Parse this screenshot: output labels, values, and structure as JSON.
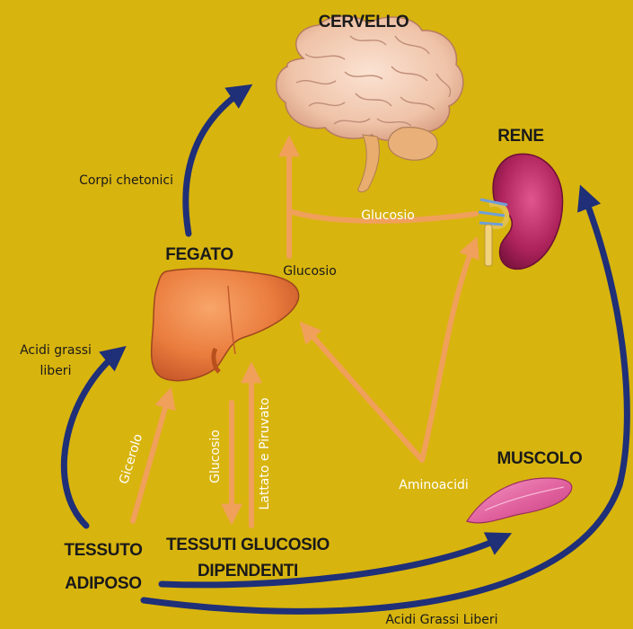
{
  "organs": {
    "brain": "CERVELLO",
    "kidney": "RENE",
    "liver": "FEGATO",
    "muscle": "MUSCOLO",
    "adipose_line1": "TESSUTO",
    "adipose_line2": "ADIPOSO",
    "glucose_tissues_line1": "TESSUTI GLUCOSIO",
    "glucose_tissues_line2": "DIPENDENTI"
  },
  "flows": {
    "ketone_bodies": "Corpi chetonici",
    "glucose_kidney_brain": "Glucosio",
    "glucose_liver_brain": "Glucosio",
    "ffa_adipose_liver_line1": "Acidi grassi",
    "ffa_adipose_liver_line2": "liberi",
    "glycerol": "Gicerolo",
    "glucose_liver_tissues": "Glucosio",
    "lactate_pyruvate": "Lattato e Piruvato",
    "amino_acids": "Aminoacidi",
    "ffa_adipose_muscle_kidney": "Acidi Grassi Liberi"
  },
  "colors": {
    "background": "#d8b40e",
    "orange_arrow": "#f0a05a",
    "blue_arrow": "#1f2f78"
  }
}
